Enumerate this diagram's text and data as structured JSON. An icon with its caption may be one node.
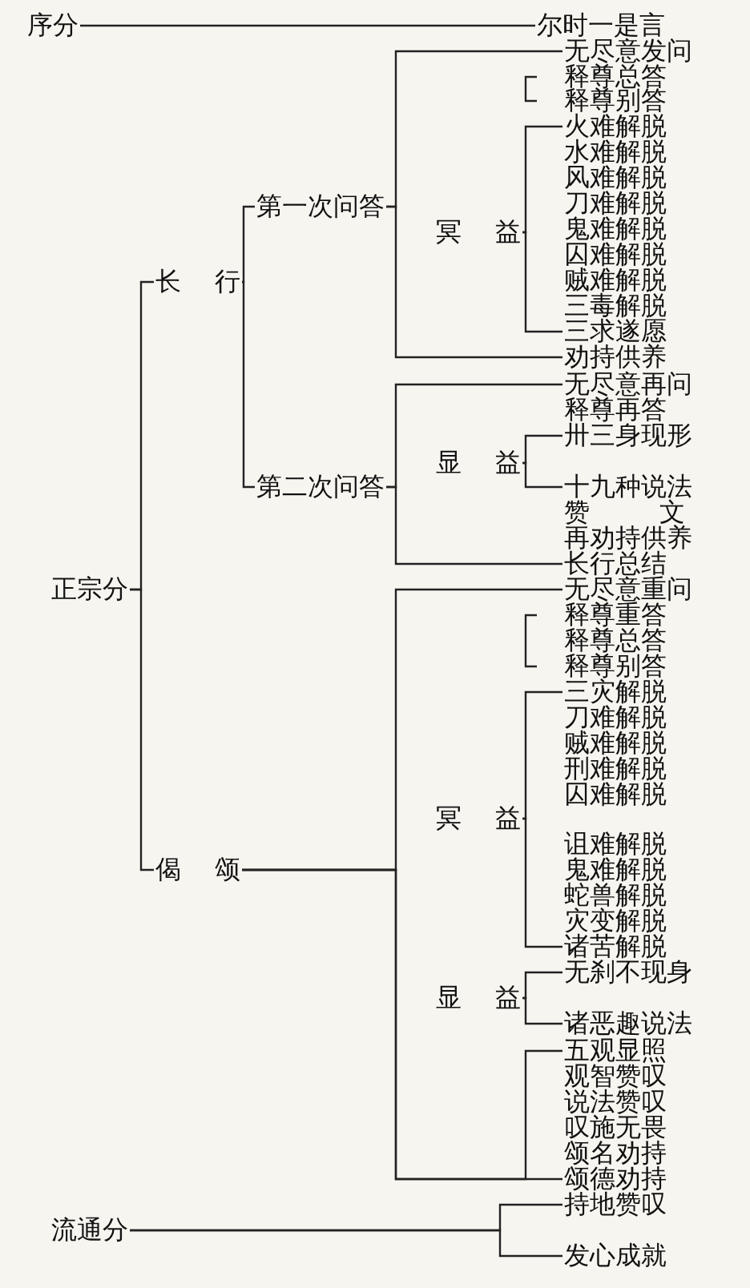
{
  "diagram": {
    "nodes": [
      {
        "text": [
          "序分"
        ]
      },
      {
        "text": [
          "尔时一是言"
        ]
      },
      {
        "text": [
          "正宗分"
        ]
      },
      {
        "text": [
          "长 行"
        ]
      },
      {
        "text": [
          "第一次问答"
        ]
      },
      {
        "text": [
          "无尽意发问"
        ]
      },
      {
        "text": [
          "释尊总答"
        ]
      },
      {
        "text": [
          "释尊别答"
        ]
      },
      {
        "text": [
          "冥 益"
        ]
      },
      {
        "text": [
          "火难解脱"
        ]
      },
      {
        "text": [
          "水难解脱"
        ]
      },
      {
        "text": [
          "风难解脱"
        ]
      },
      {
        "text": [
          "刀难解脱"
        ]
      },
      {
        "text": [
          "鬼难解脱"
        ]
      },
      {
        "text": [
          "囚难解脱"
        ]
      },
      {
        "text": [
          "贼难解脱"
        ]
      },
      {
        "text": [
          "三毒解脱"
        ]
      },
      {
        "text": [
          "三求遂愿"
        ]
      },
      {
        "text": [
          "劝持供养"
        ]
      },
      {
        "text": [
          "第二次问答"
        ]
      },
      {
        "text": [
          "无尽意再问"
        ]
      },
      {
        "text": [
          "释尊再答"
        ]
      },
      {
        "text": [
          "显 益"
        ]
      },
      {
        "text": [
          "卅三身现形"
        ]
      },
      {
        "text": [
          "十九种说法"
        ]
      },
      {
        "text": [
          "赞 文"
        ]
      },
      {
        "text": [
          "再劝持供养"
        ]
      },
      {
        "text": [
          "长行总结"
        ]
      },
      {
        "text": [
          "偈 颂"
        ]
      },
      {
        "text": [
          "无尽意重问"
        ]
      },
      {
        "text": [
          "释尊重答"
        ]
      },
      {
        "text": [
          "释尊总答"
        ]
      },
      {
        "text": [
          "释尊别答"
        ]
      },
      {
        "text": [
          "冥 益"
        ]
      },
      {
        "text": [
          "三灾解脱"
        ]
      },
      {
        "text": [
          "刀难解脱"
        ]
      },
      {
        "text": [
          "贼难解脱"
        ]
      },
      {
        "text": [
          "刑难解脱"
        ]
      },
      {
        "text": [
          "囚难解脱"
        ]
      },
      {
        "text": [
          "诅难解脱"
        ]
      },
      {
        "text": [
          "鬼难解脱"
        ]
      },
      {
        "text": [
          "蛇兽解脱"
        ]
      },
      {
        "text": [
          "灾变解脱"
        ]
      },
      {
        "text": [
          "诸苦解脱"
        ]
      },
      {
        "text": [
          "显 益"
        ]
      },
      {
        "text": [
          "无刹不现身"
        ]
      },
      {
        "text": [
          "诸恶趣说法"
        ]
      },
      {
        "text": [
          "五观显照"
        ]
      },
      {
        "text": [
          "观智赞叹"
        ]
      },
      {
        "text": [
          "说法赞叹"
        ]
      },
      {
        "text": [
          "叹施无畏"
        ]
      },
      {
        "text": [
          "颂名劝持"
        ]
      },
      {
        "text": [
          "颂德劝持"
        ]
      },
      {
        "text": [
          "流通分"
        ]
      },
      {
        "text": [
          "持地赞叹"
        ]
      },
      {
        "text": [
          "发心成就"
        ]
      }
    ],
    "edges": [
      {
        "from": 0,
        "to": 1,
        "arrow": "none"
      },
      {
        "from": 2,
        "to": 3,
        "arrow": "none"
      },
      {
        "from": 2,
        "to": 28,
        "arrow": "none"
      },
      {
        "from": 3,
        "to": 4,
        "arrow": "none"
      },
      {
        "from": 3,
        "to": 19,
        "arrow": "none"
      },
      {
        "from": 4,
        "to": 5,
        "arrow": "none"
      },
      {
        "from": 4,
        "to": 18,
        "arrow": "none"
      },
      {
        "from": 8,
        "to": 9,
        "arrow": "none"
      },
      {
        "from": 8,
        "to": 17,
        "arrow": "none"
      },
      {
        "from": 19,
        "to": 20,
        "arrow": "none"
      },
      {
        "from": 19,
        "to": 27,
        "arrow": "none"
      },
      {
        "from": 22,
        "to": 23,
        "arrow": "none"
      },
      {
        "from": 22,
        "to": 24,
        "arrow": "none"
      },
      {
        "from": 28,
        "to": 29,
        "arrow": "none"
      },
      {
        "from": 28,
        "to": 52,
        "arrow": "none"
      },
      {
        "from": 28,
        "to": 47,
        "arrow": "none"
      },
      {
        "from": 33,
        "to": 34,
        "arrow": "none"
      },
      {
        "from": 33,
        "to": 43,
        "arrow": "none"
      },
      {
        "from": 44,
        "to": 45,
        "arrow": "none"
      },
      {
        "from": 44,
        "to": 46,
        "arrow": "none"
      },
      {
        "from": 53,
        "to": 54,
        "arrow": "none"
      },
      {
        "from": 53,
        "to": 55,
        "arrow": "none"
      }
    ]
  }
}
